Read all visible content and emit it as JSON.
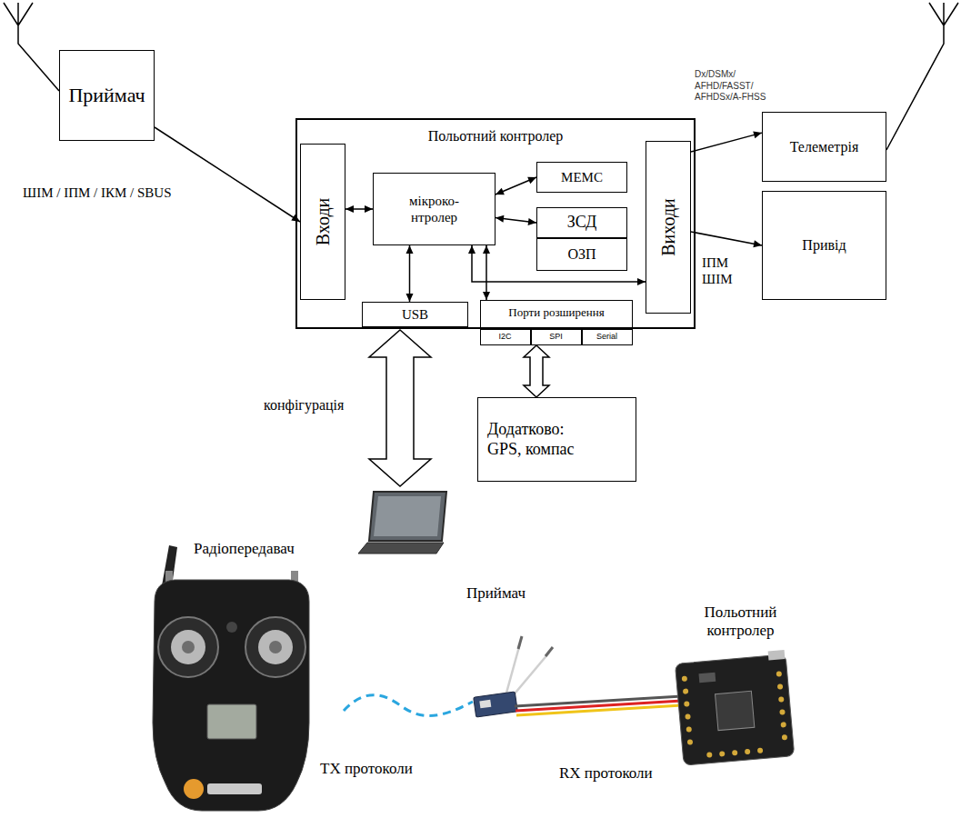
{
  "diagram": {
    "nodes": [
      {
        "text": [
          "Приймач"
        ]
      },
      {
        "text": [
          "Польотний контролер"
        ]
      },
      {
        "text": [
          "Входи"
        ],
        "in": 1
      },
      {
        "text": [
          "мікроко- нтролер"
        ],
        "in": 1
      },
      {
        "text": [
          "МЕМС"
        ],
        "in": 1
      },
      {
        "text": [
          "ЗСД"
        ],
        "in": 1
      },
      {
        "text": [
          "ОЗП"
        ],
        "in": 1
      },
      {
        "text": [
          "Виходи"
        ],
        "in": 1
      },
      {
        "text": [
          "USB"
        ],
        "in": 1
      },
      {
        "text": [
          "Порти розширення"
        ],
        "in": 1
      },
      {
        "text": [
          "I2C"
        ],
        "in": 9
      },
      {
        "text": [
          "SPI"
        ],
        "in": 9
      },
      {
        "text": [
          "Serial"
        ],
        "in": 9
      },
      {
        "text": [
          "Телеметрія"
        ]
      },
      {
        "text": [
          "Привід"
        ]
      },
      {
        "text": [
          "Додатково: GPS, компас"
        ]
      }
    ],
    "edges": [
      {
        "from": 0,
        "to": 2,
        "arrow": "to",
        "label": "ШІМ / ІПМ / ІКМ / SBUS"
      },
      {
        "from": 2,
        "to": 3,
        "arrow": "both"
      },
      {
        "from": 3,
        "to": 4,
        "arrow": "both"
      },
      {
        "from": 3,
        "to": 5,
        "arrow": "both"
      },
      {
        "from": 3,
        "to": 8,
        "arrow": "both"
      },
      {
        "from": 3,
        "to": 9,
        "arrow": "both"
      },
      {
        "from": 3,
        "to": 7,
        "arrow": "both"
      },
      {
        "from": 7,
        "to": 13,
        "arrow": "to",
        "label": "Dx/DSMx/ AFHD/FASST/ AFHDSx/A-FHSS"
      },
      {
        "from": 7,
        "to": 14,
        "arrow": "to",
        "label": "ІПМ ШІМ"
      },
      {
        "from": 9,
        "to": 15,
        "arrow": "both"
      }
    ],
    "labels": [
      "конфігурація",
      "Радіопередавач",
      "Приймач",
      "Польотний контролер",
      "TX протоколи",
      "RX протоколи"
    ]
  }
}
